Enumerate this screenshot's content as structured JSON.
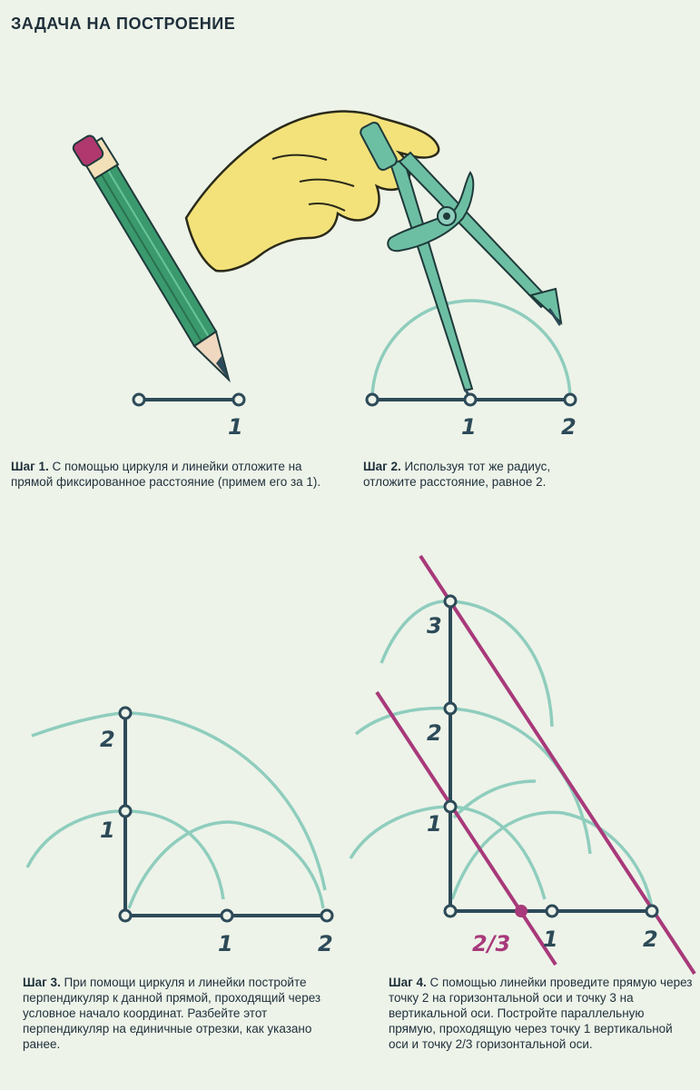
{
  "title": "ЗАДАЧА НА ПОСТРОЕНИЕ",
  "steps": [
    {
      "label": "Шаг 1.",
      "text": "С помощью циркуля и линейки отложите на прямой фиксированное расстояние (примем его за 1)."
    },
    {
      "label": "Шаг 2.",
      "text": "Используя тот же радиус, отложите расстояние, равное 2."
    },
    {
      "label": "Шаг 3.",
      "text": "При помощи циркуля и линейки постройте перпендикуляр к данной прямой, проходящий через условное начало координат. Разбейте этот перпендикуляр на единичные отрезки, как указано ранее."
    },
    {
      "label": "Шаг 4.",
      "text": "С помощью линейки проведите прямую через точку 2 на горизонтальной оси и точку 3 на вертикальной оси. Постройте параллельную прямую, проходящую через точку 1 вертикальной оси и точку 2/3 горизонтальной оси."
    }
  ],
  "labels": {
    "one": "1",
    "two": "2",
    "three": "3",
    "two_thirds": "2/3"
  },
  "colors": {
    "background": "#edf3e9",
    "line": "#2d4a58",
    "arc": "#8fcdbd",
    "highlight": "#a8397a",
    "hand": "#f3e27a",
    "pencil": "#3a9a6e",
    "compass": "#6dbfa3"
  },
  "icons": [
    "pencil-icon",
    "hand-icon",
    "compass-icon"
  ]
}
